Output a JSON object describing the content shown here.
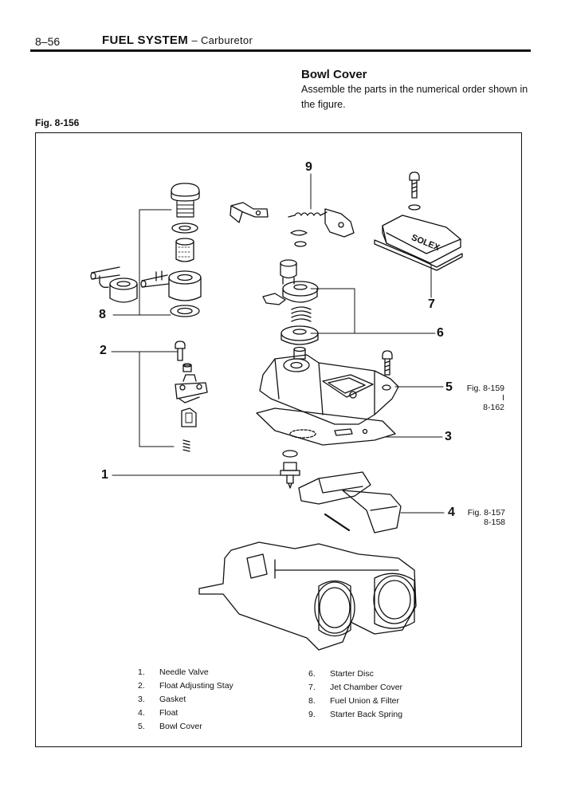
{
  "header": {
    "page_number": "8–56",
    "title": "FUEL SYSTEM",
    "subtitle": "– Carburetor"
  },
  "section": {
    "title": "Bowl Cover",
    "instruction": "Assemble the parts in the numerical order shown in the figure."
  },
  "figure": {
    "label": "Fig. 8-156",
    "callouts": [
      "1",
      "2",
      "3",
      "4",
      "5",
      "6",
      "7",
      "8",
      "9"
    ],
    "references": {
      "part5": "Fig. 8-159\nI\n8-162",
      "part4": "Fig. 8-157\n8-158"
    },
    "cover_emblem": "SOLEX",
    "legend_left": [
      {
        "num": "1.",
        "text": "Needle Valve"
      },
      {
        "num": "2.",
        "text": "Float Adjusting Stay"
      },
      {
        "num": "3.",
        "text": "Gasket"
      },
      {
        "num": "4.",
        "text": "Float"
      },
      {
        "num": "5.",
        "text": "Bowl Cover"
      }
    ],
    "legend_right": [
      {
        "num": "6.",
        "text": "Starter Disc"
      },
      {
        "num": "7.",
        "text": "Jet Chamber Cover"
      },
      {
        "num": "8.",
        "text": "Fuel Union & Filter"
      },
      {
        "num": "9.",
        "text": "Starter Back Spring"
      }
    ]
  }
}
